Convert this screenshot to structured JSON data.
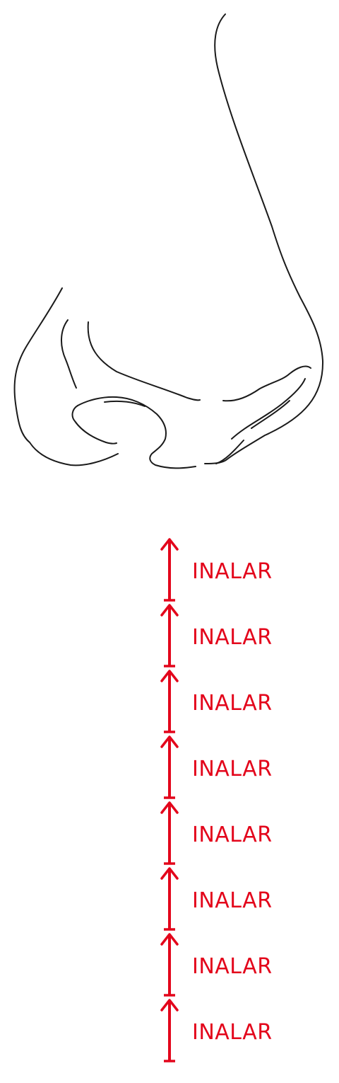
{
  "accent_color": "#e3051b",
  "line_color": "#1a1a1a",
  "illustration": {
    "icon": "nose-outline-icon"
  },
  "steps": [
    {
      "label": "INALAR",
      "icon": "arrow-up-icon"
    },
    {
      "label": "INALAR",
      "icon": "arrow-up-icon"
    },
    {
      "label": "INALAR",
      "icon": "arrow-up-icon"
    },
    {
      "label": "INALAR",
      "icon": "arrow-up-icon"
    },
    {
      "label": "INALAR",
      "icon": "arrow-up-icon"
    },
    {
      "label": "INALAR",
      "icon": "arrow-up-icon"
    },
    {
      "label": "INALAR",
      "icon": "arrow-up-icon"
    },
    {
      "label": "INALAR",
      "icon": "arrow-up-icon"
    }
  ]
}
